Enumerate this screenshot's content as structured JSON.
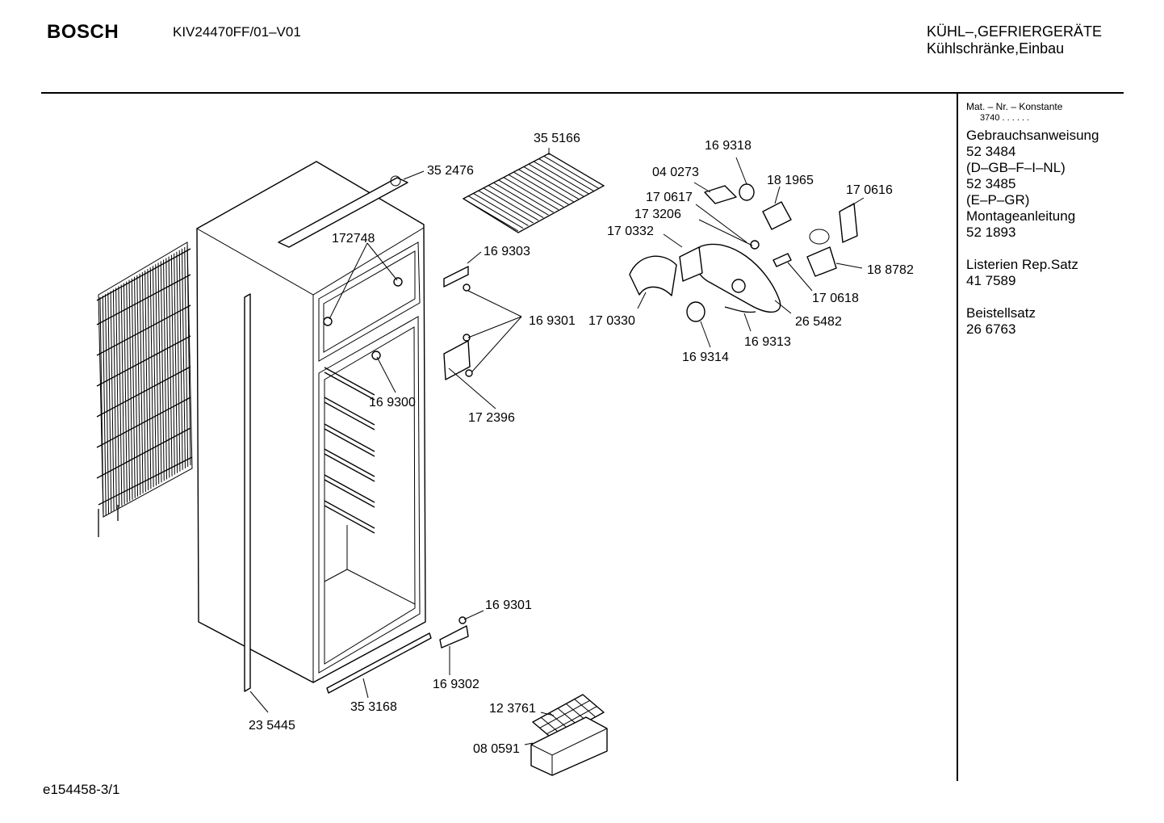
{
  "header": {
    "brand": "BOSCH",
    "model": "KIV24470FF/01–V01",
    "category_line1": "KÜHL–,GEFRIERGERÄTE",
    "category_line2": "Kühlschränke,Einbau"
  },
  "side_panel": {
    "mat_label": "Mat. – Nr. – Konstante",
    "mat_value": "3740 . . . . . .",
    "manual_title": "Gebrauchsanweisung",
    "manual_no_1": "52 3484",
    "manual_lang_1": "(D–GB–F–I–NL)",
    "manual_no_2": "52 3485",
    "manual_lang_2": "(E–P–GR)",
    "mount_title": "Montageanleitung",
    "mount_no": "52 1893",
    "repair_title": "Listerien Rep.Satz",
    "repair_no": "41 7589",
    "accessory_title": "Beistellsatz",
    "accessory_no": "26 6763"
  },
  "footer": {
    "doc_id": "e154458-3/1"
  },
  "parts": {
    "p355166": "35 5166",
    "p352476": "35 2476",
    "p172748": "172748",
    "p169303": "16 9303",
    "p169301a": "16 9301",
    "p169300": "16 9300",
    "p172396": "17 2396",
    "p169301b": "16 9301",
    "p169302": "16 9302",
    "p353168": "35 3168",
    "p235445": "23 5445",
    "p123761": "12 3761",
    "p080591": "08 0591",
    "p169318": "16 9318",
    "p040273": "04 0273",
    "p181965": "18 1965",
    "p170616": "17 0616",
    "p170617": "17 0617",
    "p173206": "17 3206",
    "p170332": "17 0332",
    "p188782": "18 8782",
    "p170618": "17 0618",
    "p265482": "26 5482",
    "p170330": "17 0330",
    "p169313": "16 9313",
    "p169314": "16 9314"
  }
}
